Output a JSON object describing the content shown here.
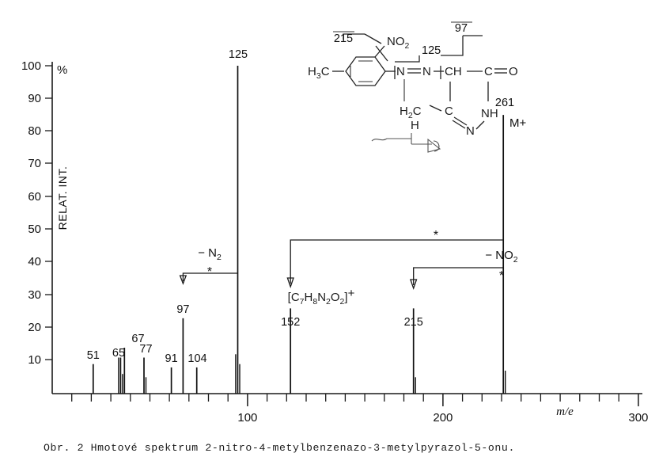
{
  "figure": {
    "caption": "Obr. 2 Hmotové spektrum 2-nitro-4-metylbenzenazo-3-metylpyrazol-5-onu."
  },
  "chart_data": {
    "type": "bar",
    "title": "",
    "xlabel": "m/e",
    "ylabel": "RELAT. INT.",
    "yunit": "%",
    "xlim": [
      30,
      305
    ],
    "ylim": [
      0,
      100
    ],
    "grid": false,
    "legend": null,
    "x_ticks_major": [
      100,
      200,
      300
    ],
    "x_tick_interval": 10,
    "y_ticks": [
      10,
      20,
      30,
      40,
      50,
      60,
      70,
      80,
      90,
      100
    ],
    "peaks": [
      {
        "mz": 51,
        "intensity": 9,
        "label": "51"
      },
      {
        "mz": 64,
        "intensity": 11,
        "label": ""
      },
      {
        "mz": 65,
        "intensity": 11,
        "label": "65"
      },
      {
        "mz": 66,
        "intensity": 6,
        "label": ""
      },
      {
        "mz": 67,
        "intensity": 14,
        "label": "67"
      },
      {
        "mz": 77,
        "intensity": 11,
        "label": "77"
      },
      {
        "mz": 78,
        "intensity": 5,
        "label": ""
      },
      {
        "mz": 91,
        "intensity": 8,
        "label": "91"
      },
      {
        "mz": 97,
        "intensity": 23,
        "label": "97"
      },
      {
        "mz": 104,
        "intensity": 8,
        "label": "104"
      },
      {
        "mz": 124,
        "intensity": 12,
        "label": ""
      },
      {
        "mz": 125,
        "intensity": 100,
        "label": "125"
      },
      {
        "mz": 126,
        "intensity": 9,
        "label": ""
      },
      {
        "mz": 152,
        "intensity": 26,
        "label": "152"
      },
      {
        "mz": 215,
        "intensity": 26,
        "label": "215"
      },
      {
        "mz": 216,
        "intensity": 5,
        "label": ""
      },
      {
        "mz": 261,
        "intensity": 85,
        "label": "261"
      },
      {
        "mz": 262,
        "intensity": 7,
        "label": ""
      }
    ],
    "peak_annotations": [
      {
        "mz": 261,
        "text": "M+",
        "kind": "molecular-ion"
      },
      {
        "mz": 152,
        "text": "[C7H8N2O2]+",
        "kind": "fragment-formula"
      }
    ],
    "metastable_transitions": [
      {
        "from": 125,
        "to": 97,
        "loss": "- N2",
        "marker": "*"
      },
      {
        "from": 261,
        "to": 152,
        "loss": "",
        "marker": "*"
      },
      {
        "from": 261,
        "to": 215,
        "loss": "- NO2",
        "marker": "*"
      }
    ]
  },
  "structure": {
    "fragment_labels": [
      "215",
      "125",
      "97"
    ],
    "atoms": {
      "methyl": "H3C",
      "nitro": "NO2",
      "azo_left": "N",
      "azo_right": "N",
      "ch": "CH",
      "carbonyl_c": "C",
      "carbonyl_o": "O",
      "ring_c": "C",
      "ring_n": "N",
      "ring_nh": "NH",
      "methylene": "H2C",
      "h": "H"
    }
  },
  "colors": {
    "ink": "#111111",
    "structure_ink": "#1c1c1c",
    "pencil": "#555555",
    "background": "#ffffff"
  }
}
